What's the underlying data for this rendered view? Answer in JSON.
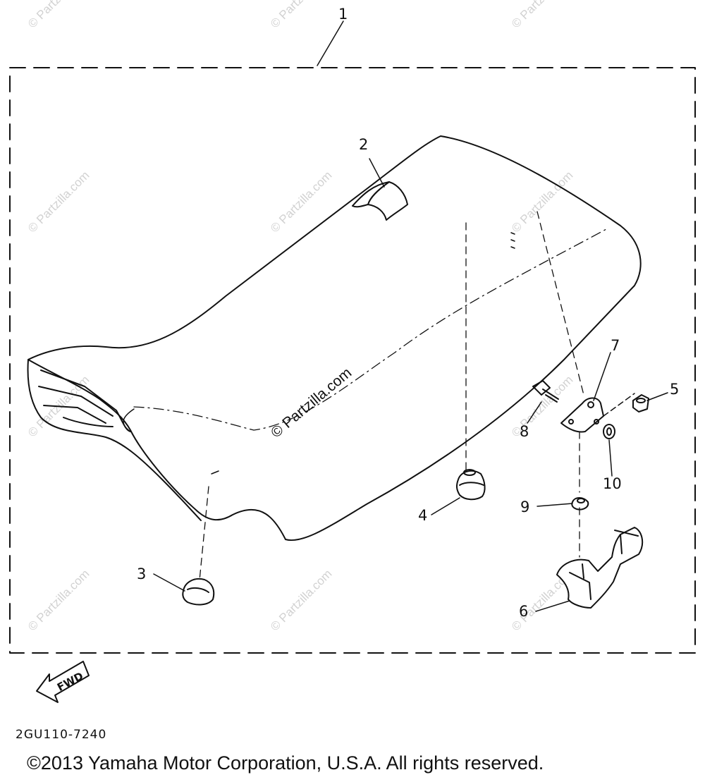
{
  "diagram": {
    "callouts": [
      "1",
      "2",
      "3",
      "4",
      "5",
      "6",
      "7",
      "8",
      "9",
      "10"
    ],
    "center_watermark": "© Partzilla.com",
    "bg_watermark": "© Partzilla.com",
    "fwd_label": "FWD",
    "diagram_code": "2GU110-7240",
    "copyright": "©2013 Yamaha Motor Corporation, U.S.A. All rights reserved."
  }
}
